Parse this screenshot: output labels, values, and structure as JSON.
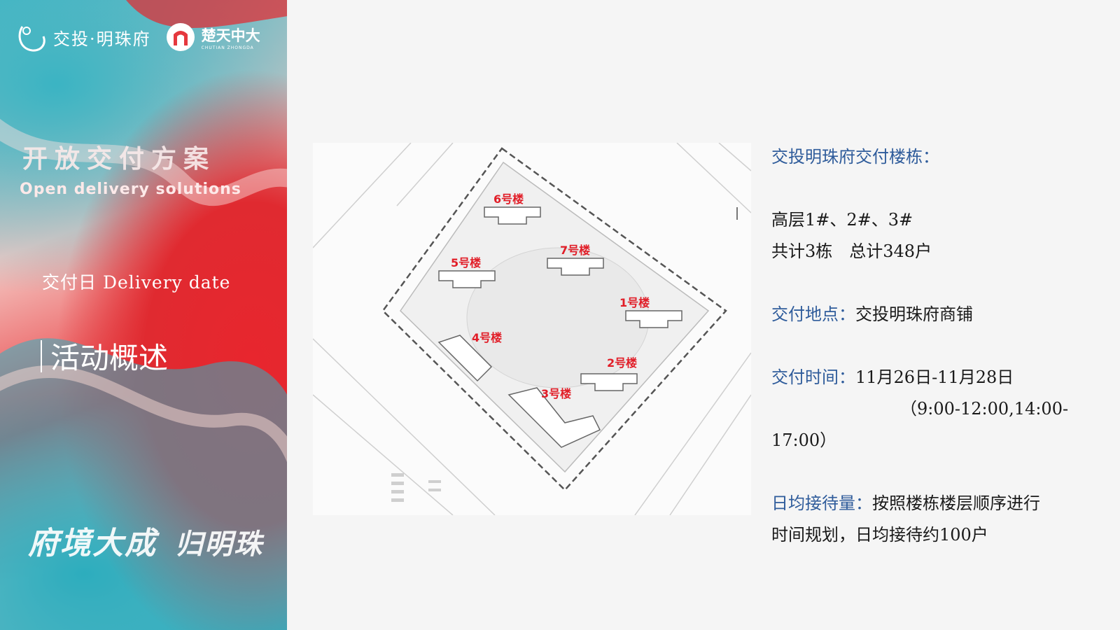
{
  "left_panel": {
    "logo_a": "交投·明珠府",
    "logo_b": "楚天中大",
    "logo_b_sub": "CHUTIAN ZHONGDA",
    "title_cn": "开放交付方案",
    "title_en": "Open delivery solutions",
    "date_label": "交付日 Delivery date",
    "section_title": "活动概述",
    "slogan_1": "府境大成",
    "slogan_2": "归明珠"
  },
  "site_plan": {
    "buildings": [
      "6号楼",
      "7号楼",
      "5号楼",
      "1号楼",
      "4号楼",
      "2号楼",
      "3号楼"
    ]
  },
  "info": {
    "heading": "交投明珠府交付楼栋：",
    "line1": "高层1#、2#、3#",
    "line2": "共计3栋　总计348户",
    "location_label": "交付地点：",
    "location_value": "交投明珠府商铺",
    "time_label": "交付时间：",
    "time_value": "11月26日-11月28日",
    "time_detail_1": "（9:00-12:00,14:00-",
    "time_detail_2": "17:00）",
    "capacity_label": "日均接待量：",
    "capacity_value_1": "按照楼栋楼层顺序进行",
    "capacity_value_2": "时间规划，日均接待约100户"
  },
  "colors": {
    "accent_red": "#e02a30",
    "accent_teal": "#3bb4c3",
    "label_blue": "#2f5c9b"
  }
}
